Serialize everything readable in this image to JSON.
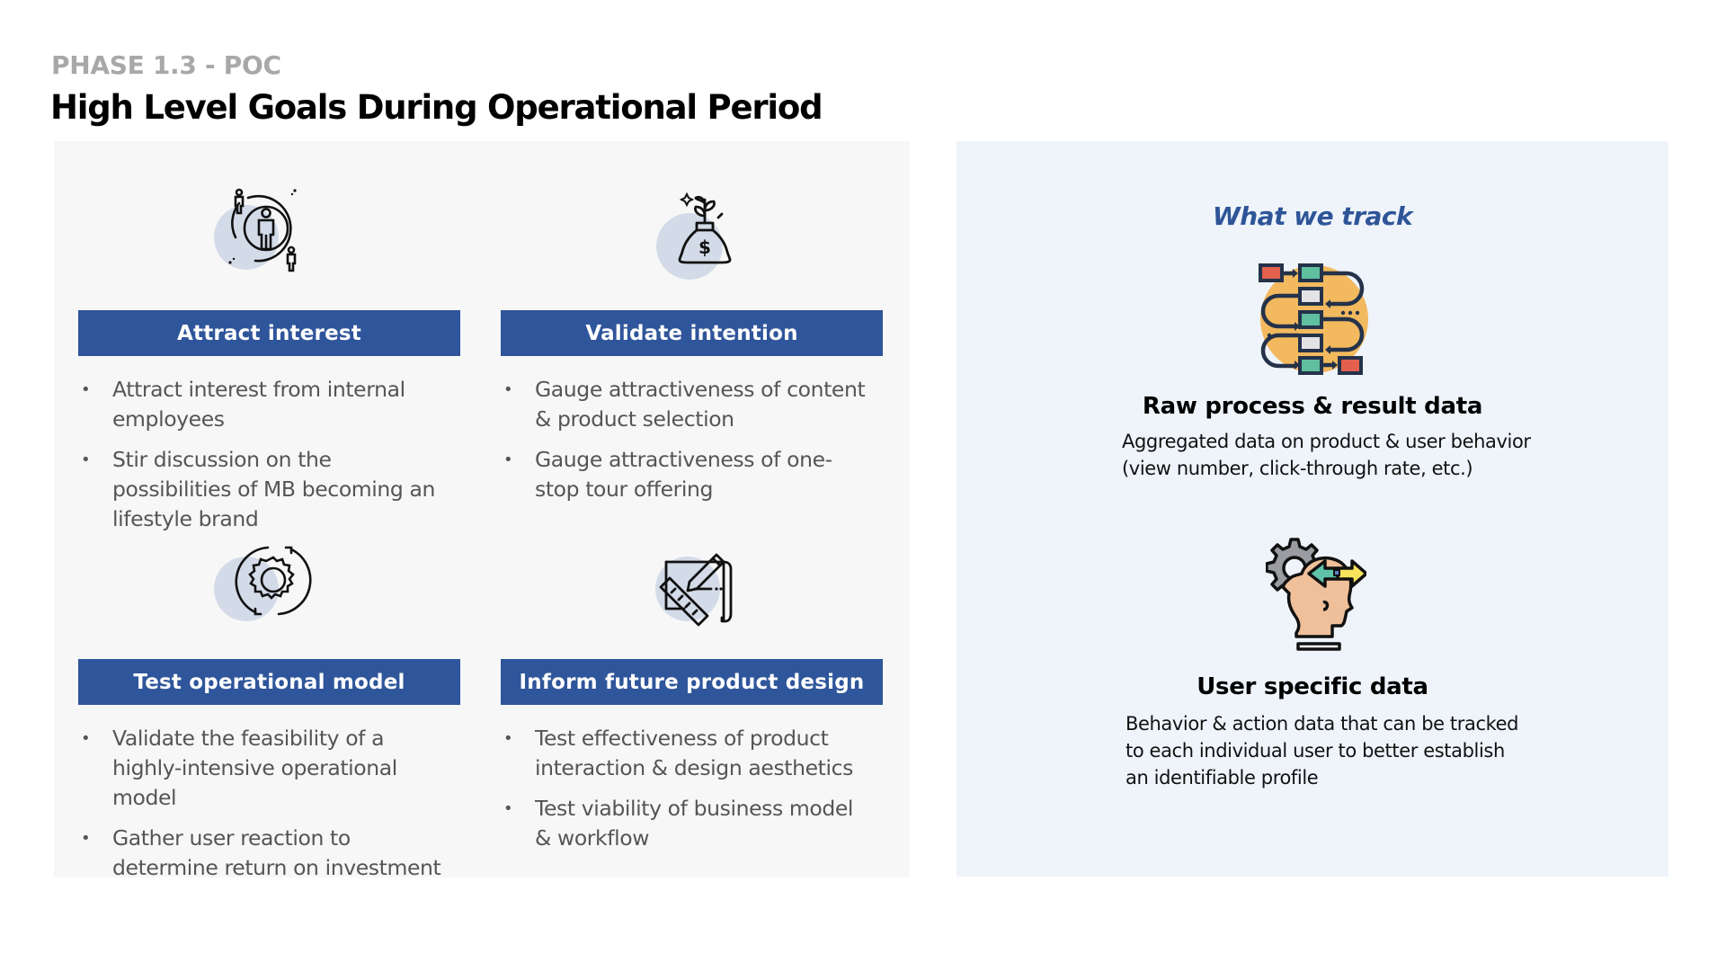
{
  "header": {
    "phase_label": "PHASE 1.3 - POC",
    "title": "High Level Goals During Operational Period"
  },
  "colors": {
    "accent_blue": "#2f559a",
    "title_blue": "#2e5597",
    "left_panel_bg": "#f7f7f7",
    "right_panel_bg": "#eff4fb",
    "icon_circle": "#d3dbe8",
    "phase_gray": "#a8a8a8",
    "bullet_text": "#555555"
  },
  "goals": [
    {
      "icon": "people-target-icon",
      "label": "Attract interest",
      "bullets": [
        "Attract interest from internal employees",
        "Stir discussion on the possibilities of MB becoming an lifestyle brand"
      ]
    },
    {
      "icon": "money-bag-plant-icon",
      "label": "Validate intention",
      "bullets": [
        "Gauge attractiveness of content & product selection",
        "Gauge attractiveness of one-stop tour offering"
      ]
    },
    {
      "icon": "gear-cycle-icon",
      "label": "Test operational model",
      "bullets": [
        "Validate the feasibility of a highly-intensive operational model",
        "Gather user reaction to determine return on investment"
      ]
    },
    {
      "icon": "design-ruler-pencil-icon",
      "label": "Inform future product design",
      "bullets": [
        "Test effectiveness of product interaction & design aesthetics",
        "Test viability of business model & workflow"
      ]
    }
  ],
  "tracking": {
    "title": "What we track",
    "items": [
      {
        "icon": "process-flow-icon",
        "heading": "Raw process & result data",
        "lines": [
          "Aggregated data on product & user behavior",
          "(view number, click-through rate, etc.)"
        ]
      },
      {
        "icon": "head-gear-arrows-icon",
        "heading": "User specific data",
        "lines": [
          "Behavior & action data that can be tracked",
          "to each individual user to better establish",
          "an identifiable profile"
        ]
      }
    ]
  }
}
